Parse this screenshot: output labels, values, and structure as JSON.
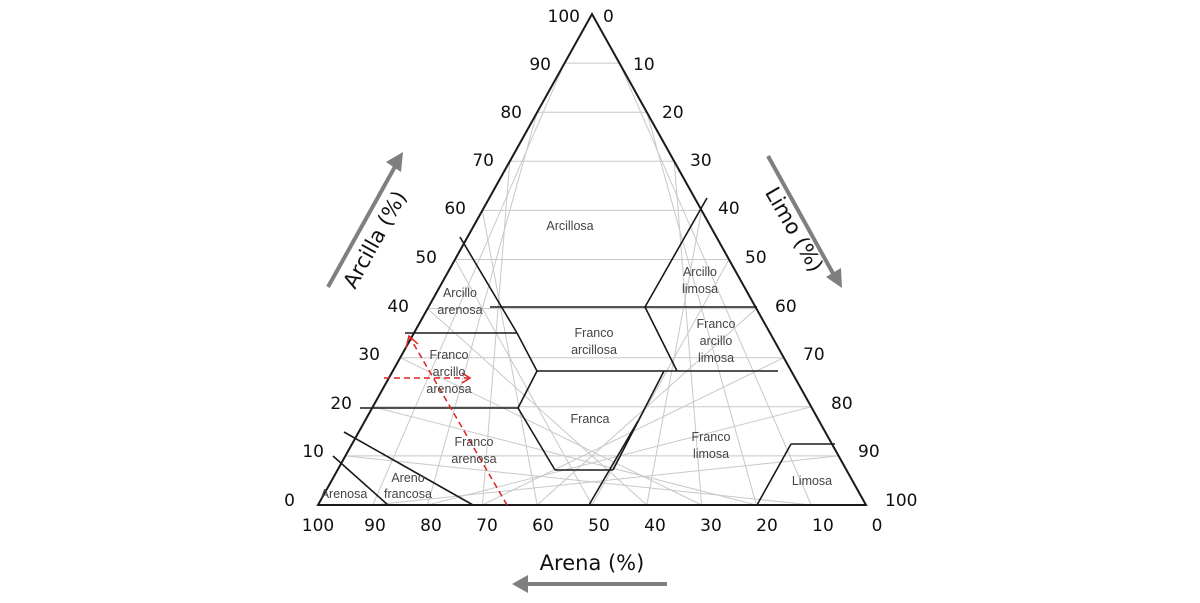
{
  "axes": {
    "clay": {
      "title": "Arcilla (%)",
      "ticks": [
        "100",
        "90",
        "80",
        "70",
        "60",
        "50",
        "40",
        "30",
        "20",
        "10",
        "0"
      ]
    },
    "silt": {
      "title": "Limo  (%)",
      "ticks": [
        "0",
        "10",
        "20",
        "30",
        "40",
        "50",
        "60",
        "70",
        "80",
        "90",
        "100"
      ]
    },
    "sand": {
      "title": "Arena (%)",
      "ticks": [
        "100",
        "90",
        "80",
        "70",
        "60",
        "50",
        "40",
        "30",
        "20",
        "10",
        "0"
      ]
    }
  },
  "regions": {
    "arcillosa": [
      "Arcillosa"
    ],
    "arcillo_limosa": [
      "Arcillo",
      "limosa"
    ],
    "arcillo_arenosa": [
      "Arcillo",
      "arenosa"
    ],
    "franco_arcillosa": [
      "Franco",
      "arcillosa"
    ],
    "franco_arcillo_limosa": [
      "Franco",
      "arcillo",
      "limosa"
    ],
    "franco_arcillo_arenosa": [
      "Franco",
      "arcillo",
      "arenosa"
    ],
    "franca": [
      "Franca"
    ],
    "franco_arenosa": [
      "Franco",
      "arenosa"
    ],
    "franco_limosa": [
      "Franco",
      "limosa"
    ],
    "arenosa": [
      "Arenosa"
    ],
    "areno_francosa": [
      "Areno",
      "francosa"
    ],
    "limosa": [
      "Limosa"
    ]
  },
  "colors": {
    "grid": "#c8c8c8",
    "boundary": "#1a1a1a",
    "guide": "#e02020",
    "arrow": "#7f7f7f"
  }
}
